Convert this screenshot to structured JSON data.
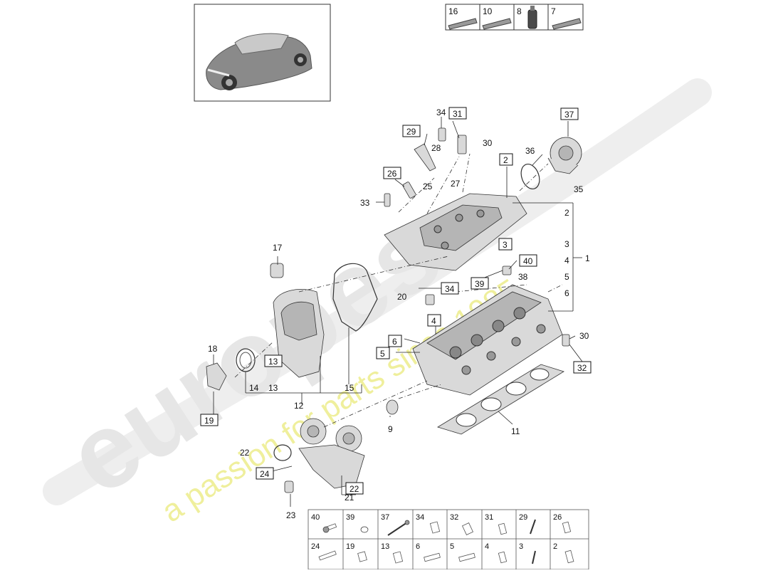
{
  "watermark": {
    "brand": "europes",
    "tagline": "a passion for parts since 1985"
  },
  "consumables": [
    {
      "num": "16"
    },
    {
      "num": "10"
    },
    {
      "num": "8"
    },
    {
      "num": "7"
    }
  ],
  "callouts": {
    "c1": "1",
    "c2a": "2",
    "c2b": "2",
    "c3a": "3",
    "c3b": "3",
    "c4a": "4",
    "c4b": "4",
    "c5a": "5",
    "c5b": "5",
    "c6a": "6",
    "c6b": "6",
    "c9": "9",
    "c11": "11",
    "c12": "12",
    "c13a": "13",
    "c13b": "13",
    "c14": "14",
    "c15": "15",
    "c17": "17",
    "c18": "18",
    "c19": "19",
    "c20": "20",
    "c21": "21",
    "c22a": "22",
    "c22b": "22",
    "c23": "23",
    "c24": "24",
    "c25": "25",
    "c26": "26",
    "c27": "27",
    "c28": "28",
    "c29": "29",
    "c30a": "30",
    "c30b": "30",
    "c31": "31",
    "c32": "32",
    "c33": "33",
    "c34a": "34",
    "c34b": "34",
    "c35": "35",
    "c36": "36",
    "c37": "37",
    "c38": "38",
    "c39": "39",
    "c40": "40"
  },
  "fastener_table": {
    "row1": [
      "40",
      "39",
      "37",
      "34",
      "32",
      "31",
      "29",
      "26"
    ],
    "row2": [
      "24",
      "19",
      "13",
      "6",
      "5",
      "4",
      "3",
      "2"
    ]
  }
}
